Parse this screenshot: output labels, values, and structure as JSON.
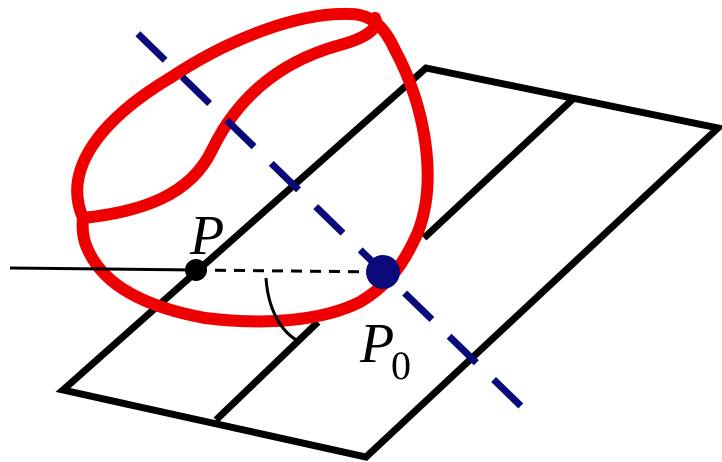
{
  "labels": {
    "point_p": "P",
    "point_p0_main": "P",
    "point_p0_sub": "0"
  },
  "colors": {
    "background": "#ffffff",
    "plane_stroke": "#000000",
    "curve_stroke": "#ee0000",
    "normal_line": "#0a0a7a",
    "tangent_point": "#0a0a7a",
    "point_p": "#000000"
  }
}
